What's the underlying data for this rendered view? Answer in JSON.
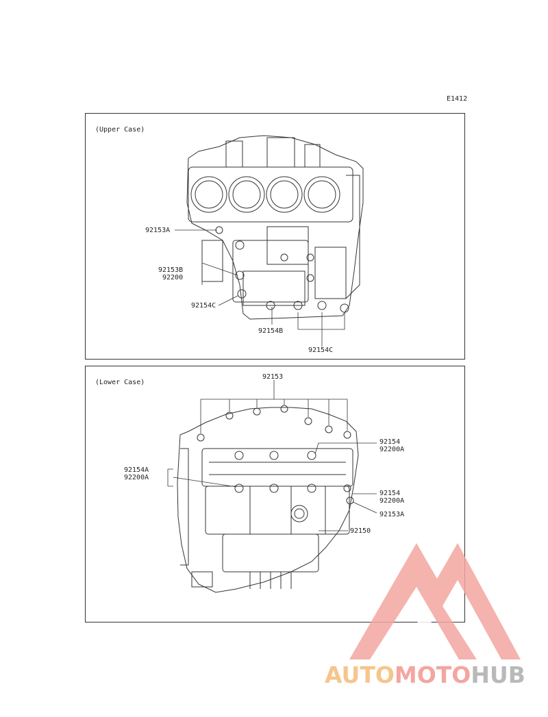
{
  "diagram_code": "E1412",
  "upper": {
    "title": "(Upper Case)",
    "labels": {
      "l92153A": "92153A",
      "l92153B": "92153B",
      "l92200": "92200",
      "l92154C_left": "92154C",
      "l92154B": "92154B",
      "l92154C_bottom": "92154C"
    }
  },
  "lower": {
    "title": "(Lower Case)",
    "labels": {
      "l92153": "92153",
      "l92154_top": "92154",
      "l92200A_top": "92200A",
      "l92154A": "92154A",
      "l92200A_left": "92200A",
      "l92154_mid": "92154",
      "l92200A_mid": "92200A",
      "l92153A": "92153A",
      "l92150": "92150"
    }
  },
  "watermark": {
    "part1": "AUTO",
    "part2": "MOTO",
    "part3": "HUB",
    "colors": {
      "orange": "#f6c58c",
      "red": "#f3a6a0",
      "gray": "#b9b9b9"
    }
  }
}
